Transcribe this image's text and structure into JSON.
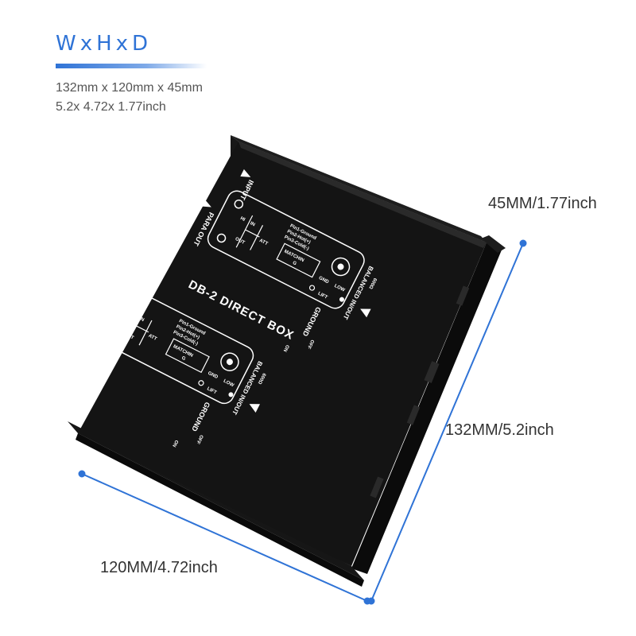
{
  "header": {
    "title": "WxHxD",
    "metric": "132mm x 120mm x 45mm",
    "imperial": "5.2x 4.72x 1.77inch"
  },
  "dimensions": {
    "depth": "45MM/1.77inch",
    "length": "132MM/5.2inch",
    "width": "120MM/4.72inch"
  },
  "colors": {
    "accent": "#2f73d6",
    "device": "#111111"
  },
  "device": {
    "name": "DB-2 DIRECT BOX",
    "channel": {
      "input": "INPUT",
      "para_out": "PARA OUT",
      "att": "ATT",
      "hi": "HI",
      "in": "IN",
      "out": "OUT",
      "pins": [
        "Pin1-Ground",
        "Pin2-Hot(+)",
        "Pin3-Cold(-)"
      ],
      "matchin": "MATCHIN",
      "g": "G",
      "gnd": "GND",
      "low": "LOW",
      "lift": "LIFT",
      "balanced": "BALANCED IN/OUT",
      "ohm": "600Ω",
      "ground": "GROUND",
      "on": "ON",
      "off": "OFF"
    }
  }
}
